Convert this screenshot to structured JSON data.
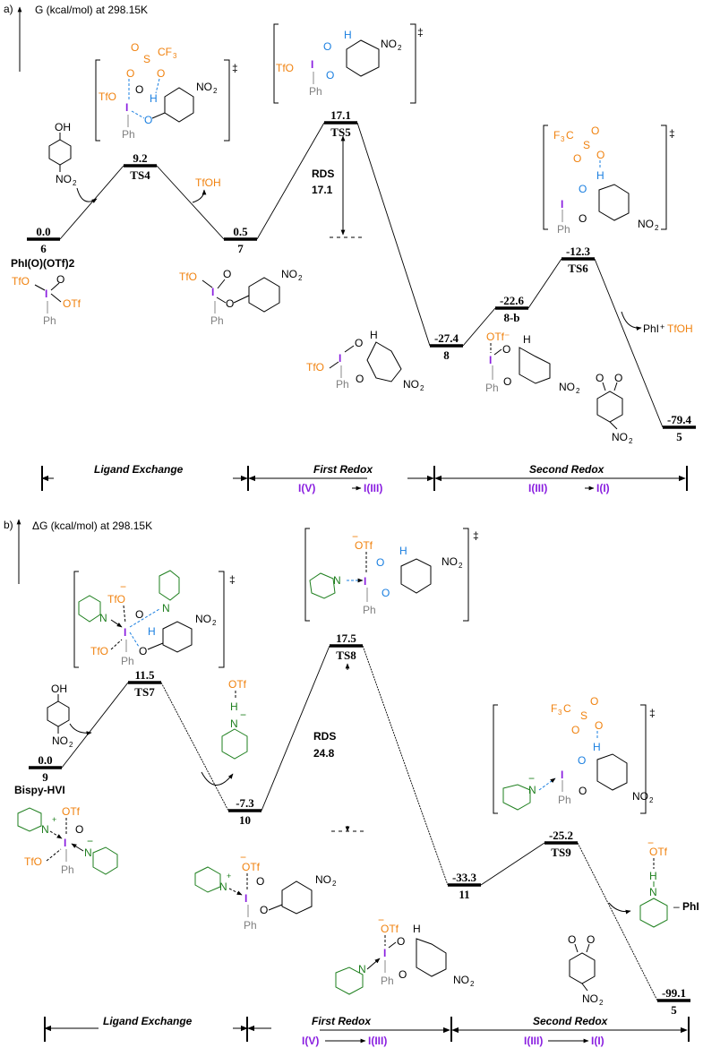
{
  "colors": {
    "triflate": "#f0820f",
    "iodine": "#8a1fe0",
    "hbond": "#1a7fe0",
    "pyridine": "#1e7f1e",
    "phenyl": "#808080"
  },
  "chart_data": [
    {
      "type": "energy-profile",
      "panel": "a)",
      "ylabel": "G (kcal/mol) at 298.15K",
      "levels": [
        {
          "label": "6",
          "value": 0.0,
          "value_text": "0.0",
          "name": "PhI(O)(OTf)2"
        },
        {
          "label": "TS4",
          "value": 9.2,
          "value_text": "9.2"
        },
        {
          "label": "7",
          "value": 0.5,
          "value_text": "0.5"
        },
        {
          "label": "TS5",
          "value": 17.1,
          "value_text": "17.1"
        },
        {
          "label": "8",
          "value": -27.4,
          "value_text": "-27.4"
        },
        {
          "label": "8-b",
          "value": -22.6,
          "value_text": "-22.6"
        },
        {
          "label": "TS6",
          "value": -12.3,
          "value_text": "-12.3"
        },
        {
          "label": "5",
          "value": -79.4,
          "value_text": "-79.4"
        }
      ],
      "rds": {
        "label": "RDS",
        "value_text": "17.1"
      },
      "stages": [
        {
          "name": "Ligand Exchange"
        },
        {
          "name": "First Redox",
          "from": "I(V)",
          "to": "I(III)"
        },
        {
          "name": "Second Redox",
          "from": "I(III)",
          "to": "I(I)"
        }
      ],
      "annotations": {
        "tfoh_release": "TfOH",
        "products": "PhI",
        "plus": "+",
        "products_acid": "TfOH",
        "dagger": "‡"
      }
    },
    {
      "type": "energy-profile",
      "panel": "b)",
      "ylabel": "ΔG (kcal/mol) at 298.15K",
      "levels": [
        {
          "label": "9",
          "value": 0.0,
          "value_text": "0.0",
          "name": "Bispy-HVI"
        },
        {
          "label": "TS7",
          "value": 11.5,
          "value_text": "11.5"
        },
        {
          "label": "10",
          "value": -7.3,
          "value_text": "-7.3"
        },
        {
          "label": "TS8",
          "value": 17.5,
          "value_text": "17.5"
        },
        {
          "label": "11",
          "value": -33.3,
          "value_text": "-33.3"
        },
        {
          "label": "TS9",
          "value": -25.2,
          "value_text": "-25.2"
        },
        {
          "label": "5",
          "value": -99.1,
          "value_text": "-99.1"
        }
      ],
      "rds": {
        "label": "RDS",
        "value_text": "24.8"
      },
      "stages": [
        {
          "name": "Ligand Exchange"
        },
        {
          "name": "First Redox",
          "from": "I(V)",
          "to": "I(III)"
        },
        {
          "name": "Second Redox",
          "from": "I(III)",
          "to": "I(I)"
        }
      ],
      "annotations": {
        "products": "PhI",
        "dash": "–",
        "dagger": "‡"
      }
    }
  ],
  "chem": {
    "OH": "OH",
    "NO2": "NO",
    "sub2": "2",
    "TfO": "TfO",
    "OTf": "OTf",
    "I": "I",
    "Ph": "Ph",
    "O": "O",
    "H": "H",
    "S": "S",
    "CF3": "CF",
    "sub3": "3",
    "F3C": "F",
    "C": "C",
    "N": "N",
    "OTfminus": "OTf⁻",
    "minus": "−",
    "plus": "+"
  }
}
